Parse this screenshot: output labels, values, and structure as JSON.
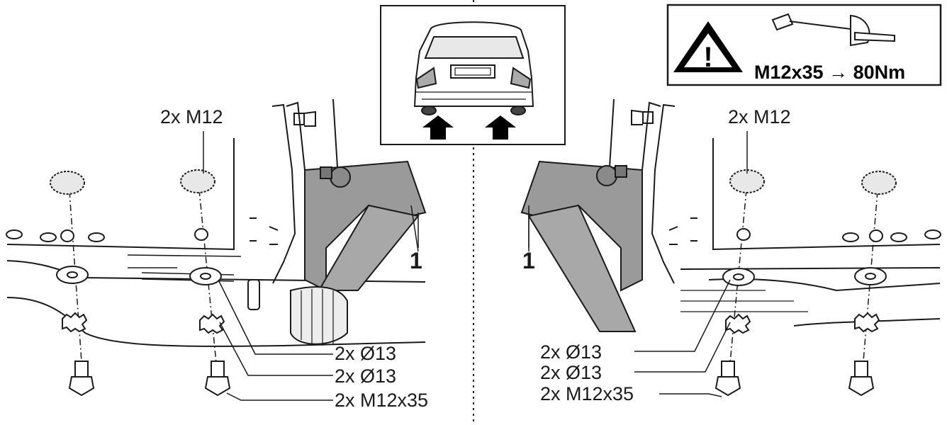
{
  "callouts": {
    "nut_left": "2x M12",
    "nut_right": "2x M12",
    "part_number_left": "1",
    "part_number_right": "1",
    "left_washer": "2x Ø13",
    "left_lockwasher": "2x Ø13",
    "left_bolt": "2x M12x35",
    "right_washer": "2x Ø13",
    "right_lockwasher": "2x Ø13",
    "right_bolt": "2x M12x35"
  },
  "torque_box": {
    "spec": "M12x35 → 80Nm",
    "warning_symbol": "!",
    "icon": "torque-wrench-icon"
  },
  "inset": {
    "icon": "car-rear-view-icon",
    "arrows": [
      "up-arrow-icon",
      "up-arrow-icon"
    ]
  }
}
